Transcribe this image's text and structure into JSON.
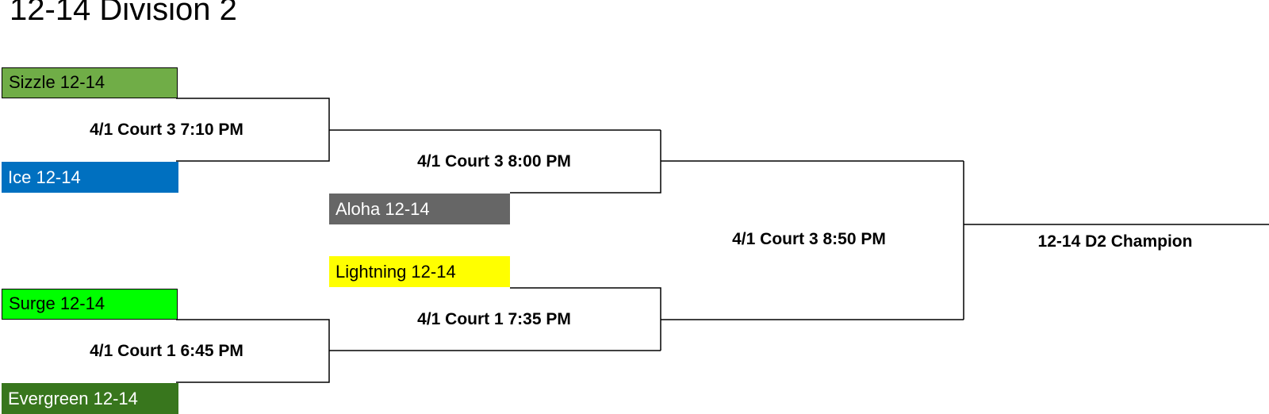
{
  "title": "12-14 Division 2",
  "colors": {
    "sizzle": "#70ad47",
    "ice": "#0070c0",
    "aloha": "#666666",
    "lightning": "#ffff00",
    "surge": "#00ff00",
    "evergreen": "#38761d",
    "line": "#000000"
  },
  "teams": {
    "sizzle": "Sizzle 12-14",
    "ice": "Ice 12-14",
    "aloha": "Aloha 12-14",
    "lightning": "Lightning 12-14",
    "surge": "Surge 12-14",
    "evergreen": "Evergreen 12-14"
  },
  "games": {
    "r1_top": "4/1 Court 3 7:10 PM",
    "r1_bottom": "4/1 Court 1 6:45 PM",
    "r2_top": "4/1 Court 3 8:00 PM",
    "r2_bottom": "4/1 Court 1 7:35 PM",
    "final": "4/1 Court 3 8:50 PM",
    "champion": "12-14 D2 Champion"
  }
}
